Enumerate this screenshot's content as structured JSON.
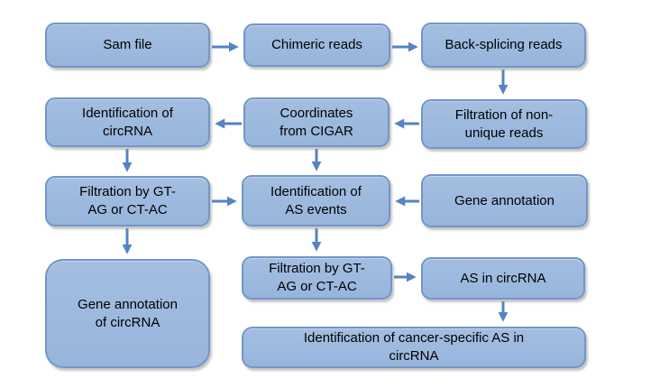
{
  "diagram": {
    "type": "flowchart",
    "colors": {
      "background": "#FFFFFF",
      "box-fill": "#97B5DC",
      "box-fill-top": "#A3BEE1",
      "box-border": "#7296C6",
      "arrow": "#5583C3",
      "text": "#000000"
    },
    "nodes": [
      {
        "id": "sam-file",
        "label": "Sam file",
        "lines": [
          "Sam file"
        ]
      },
      {
        "id": "chimeric-reads",
        "label": "Chimeric reads",
        "lines": [
          "Chimeric reads"
        ]
      },
      {
        "id": "back-splicing-reads",
        "label": "Back-splicing reads",
        "lines": [
          "Back-splicing reads"
        ]
      },
      {
        "id": "identification-of-circrna",
        "label": "Identification of circRNA",
        "lines": [
          "Identification of",
          "circRNA"
        ]
      },
      {
        "id": "coordinates-from-cigar",
        "label": "Coordinates from CIGAR",
        "lines": [
          "Coordinates",
          "from CIGAR"
        ]
      },
      {
        "id": "filtration-of-non-unique-reads",
        "label": "Filtration of non-unique reads",
        "lines": [
          "Filtration of non-",
          "unique reads"
        ]
      },
      {
        "id": "filtration-by-gt-ag-or-ct-ac-1",
        "label": "Filtration by GT-AG or CT-AC",
        "lines": [
          "Filtration by GT-",
          "AG or CT-AC"
        ]
      },
      {
        "id": "identification-of-as-events",
        "label": "Identification of AS events",
        "lines": [
          "Identification of",
          "AS events"
        ]
      },
      {
        "id": "gene-annotation",
        "label": "Gene annotation",
        "lines": [
          "Gene annotation"
        ]
      },
      {
        "id": "gene-annotation-of-circrna",
        "label": "Gene annotation of circRNA",
        "lines": [
          "Gene annotation",
          "of circRNA"
        ]
      },
      {
        "id": "filtration-by-gt-ag-or-ct-ac-2",
        "label": "Filtration by GT-AG or CT-AC",
        "lines": [
          "Filtration by GT-",
          "AG or CT-AC"
        ]
      },
      {
        "id": "as-in-circrna",
        "label": "AS in circRNA",
        "lines": [
          "AS in circRNA"
        ]
      },
      {
        "id": "identification-of-cancer-specific-as-in-circrna",
        "label": "Identification of cancer-specific AS in circRNA",
        "lines": [
          "Identification of cancer-specific AS in",
          "circRNA"
        ]
      }
    ],
    "edges": [
      {
        "from": "sam-file",
        "to": "chimeric-reads"
      },
      {
        "from": "chimeric-reads",
        "to": "back-splicing-reads"
      },
      {
        "from": "back-splicing-reads",
        "to": "filtration-of-non-unique-reads"
      },
      {
        "from": "filtration-of-non-unique-reads",
        "to": "coordinates-from-cigar"
      },
      {
        "from": "coordinates-from-cigar",
        "to": "identification-of-circrna"
      },
      {
        "from": "identification-of-circrna",
        "to": "filtration-by-gt-ag-or-ct-ac-1"
      },
      {
        "from": "coordinates-from-cigar",
        "to": "identification-of-as-events"
      },
      {
        "from": "filtration-by-gt-ag-or-ct-ac-1",
        "to": "identification-of-as-events"
      },
      {
        "from": "gene-annotation",
        "to": "identification-of-as-events"
      },
      {
        "from": "filtration-by-gt-ag-or-ct-ac-1",
        "to": "gene-annotation-of-circrna"
      },
      {
        "from": "identification-of-as-events",
        "to": "filtration-by-gt-ag-or-ct-ac-2"
      },
      {
        "from": "filtration-by-gt-ag-or-ct-ac-2",
        "to": "as-in-circrna"
      },
      {
        "from": "as-in-circrna",
        "to": "identification-of-cancer-specific-as-in-circrna"
      }
    ]
  }
}
